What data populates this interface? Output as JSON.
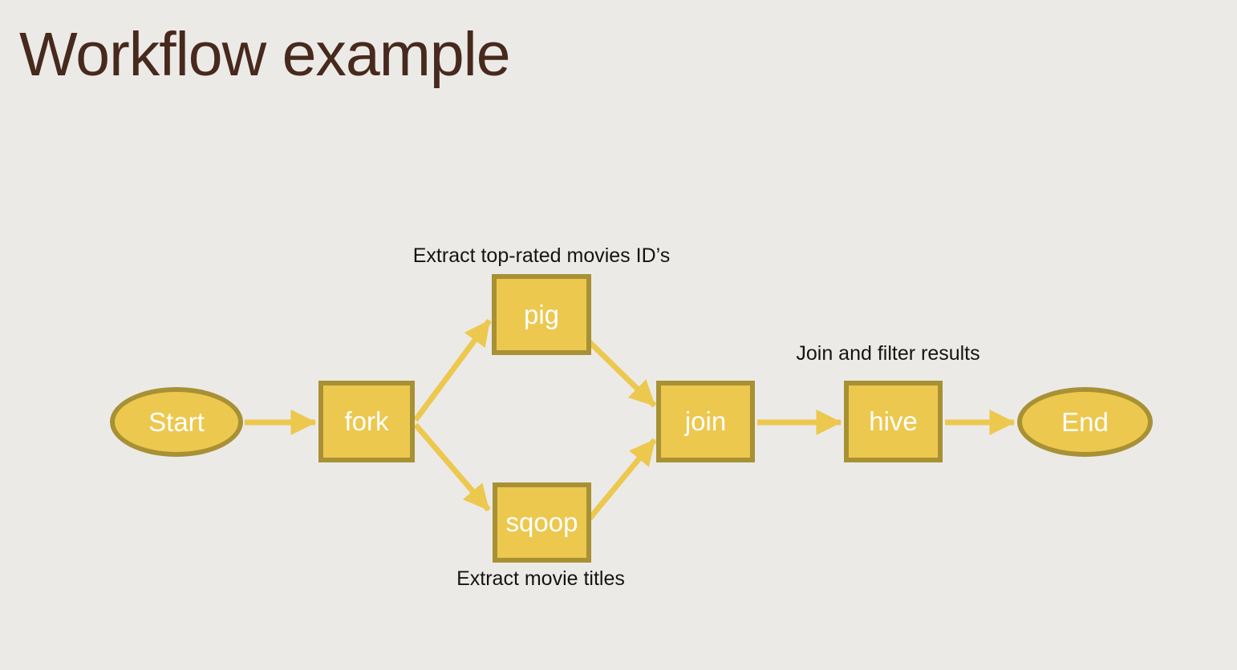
{
  "slide": {
    "title": "Workflow example"
  },
  "diagram": {
    "nodes": [
      {
        "id": "start",
        "label": "Start",
        "shape": "ellipse"
      },
      {
        "id": "fork",
        "label": "fork",
        "shape": "rect"
      },
      {
        "id": "pig",
        "label": "pig",
        "shape": "rect"
      },
      {
        "id": "sqoop",
        "label": "sqoop",
        "shape": "rect"
      },
      {
        "id": "join",
        "label": "join",
        "shape": "rect"
      },
      {
        "id": "hive",
        "label": "hive",
        "shape": "rect"
      },
      {
        "id": "end",
        "label": "End",
        "shape": "ellipse"
      }
    ],
    "edges": [
      {
        "from": "Start",
        "to": "fork"
      },
      {
        "from": "fork",
        "to": "pig"
      },
      {
        "from": "fork",
        "to": "sqoop"
      },
      {
        "from": "pig",
        "to": "join"
      },
      {
        "from": "sqoop",
        "to": "join"
      },
      {
        "from": "join",
        "to": "hive"
      },
      {
        "from": "hive",
        "to": "End"
      }
    ],
    "annotations": [
      {
        "text": "Extract top-rated movies ID’s",
        "attached_to": "pig",
        "position": "above"
      },
      {
        "text": "Extract movie titles",
        "attached_to": "sqoop",
        "position": "below"
      },
      {
        "text": "Join and filter results",
        "attached_to": "hive",
        "position": "above"
      }
    ]
  },
  "colors": {
    "background": "#ECEAE7",
    "node_fill": "#ECC84F",
    "node_border": "#A89134",
    "arrow": "#ECC84F",
    "title_text": "#47291D",
    "annotation_text": "#141414",
    "node_label_text": "#FFFFFF"
  }
}
